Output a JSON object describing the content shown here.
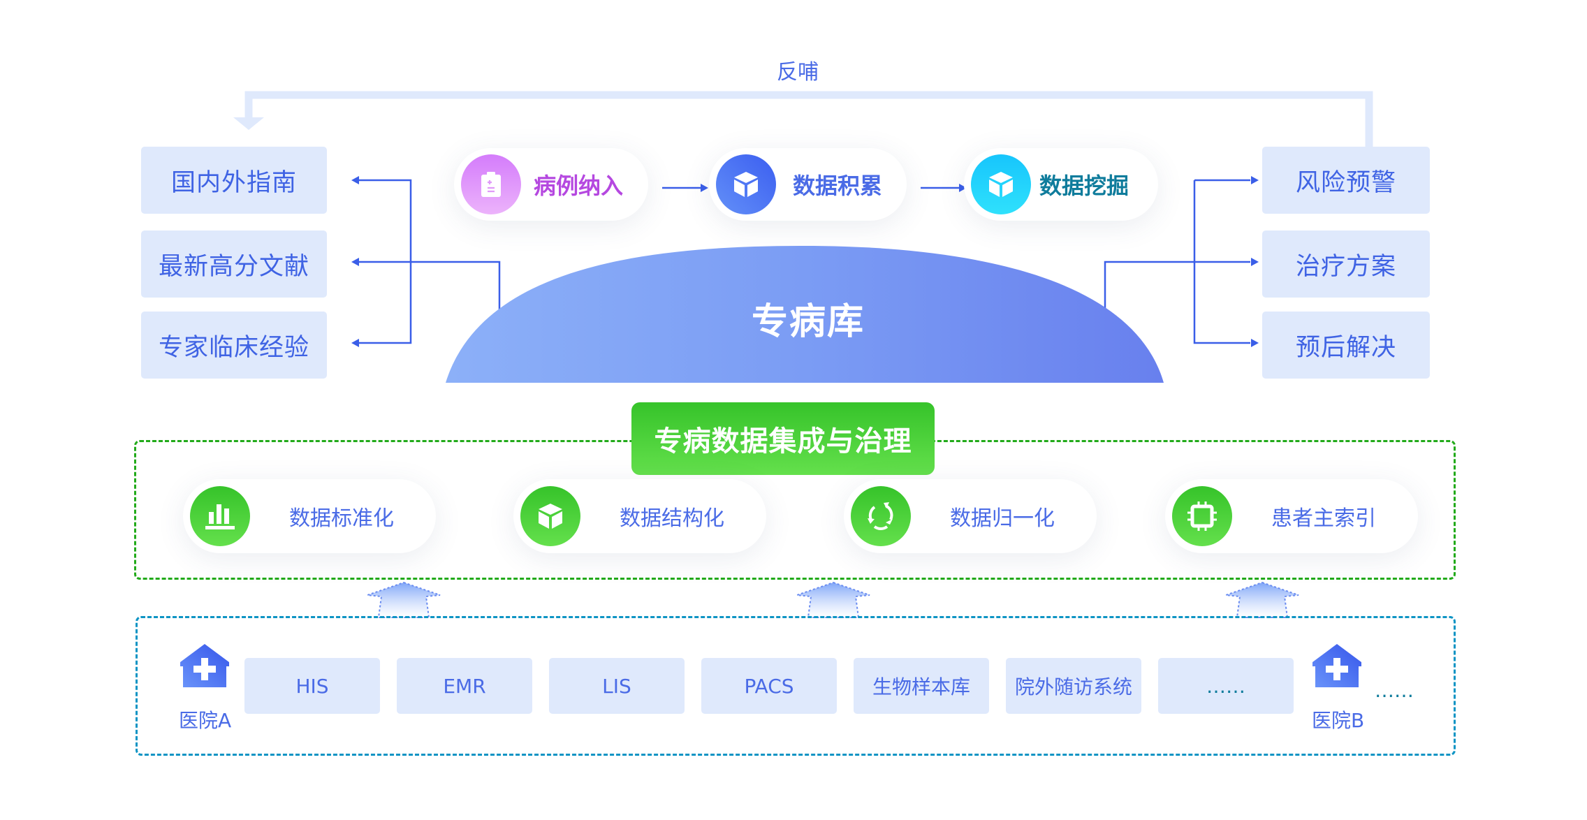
{
  "feedback": {
    "label": "反哺"
  },
  "left_boxes": [
    {
      "label": "国内外指南"
    },
    {
      "label": "最新高分文献"
    },
    {
      "label": "专家临床经验"
    }
  ],
  "right_boxes": [
    {
      "label": "风险预警"
    },
    {
      "label": "治疗方案"
    },
    {
      "label": "预后解决"
    }
  ],
  "flow": [
    {
      "label": "病例纳入",
      "icon": "clipboard-icon",
      "color": "#b548e0"
    },
    {
      "label": "数据积累",
      "icon": "cube-icon",
      "color": "#4a6be6"
    },
    {
      "label": "数据挖掘",
      "icon": "cube-icon",
      "color": "#0f7c9c"
    }
  ],
  "core": {
    "label": "专病库"
  },
  "integration": {
    "title": "专病数据集成与治理",
    "items": [
      {
        "label": "数据标准化",
        "icon": "bar-chart-icon"
      },
      {
        "label": "数据结构化",
        "icon": "cube-icon"
      },
      {
        "label": "数据归一化",
        "icon": "cycle-arrows-icon"
      },
      {
        "label": "患者主索引",
        "icon": "chip-icon"
      }
    ]
  },
  "sources": {
    "hospital_a": "医院A",
    "hospital_b": "医院B",
    "systems": [
      {
        "label": "HIS"
      },
      {
        "label": "EMR"
      },
      {
        "label": "LIS"
      },
      {
        "label": "PACS"
      },
      {
        "label": "生物样本库"
      },
      {
        "label": "院外随访系统"
      },
      {
        "label": "……"
      }
    ],
    "more": "……"
  },
  "colors": {
    "primary": "#3f63e4",
    "box_bg": "#dfe9fc",
    "green": "#36c32a",
    "green_dash": "#22aa1a",
    "blue_dash": "#0e94c4"
  }
}
